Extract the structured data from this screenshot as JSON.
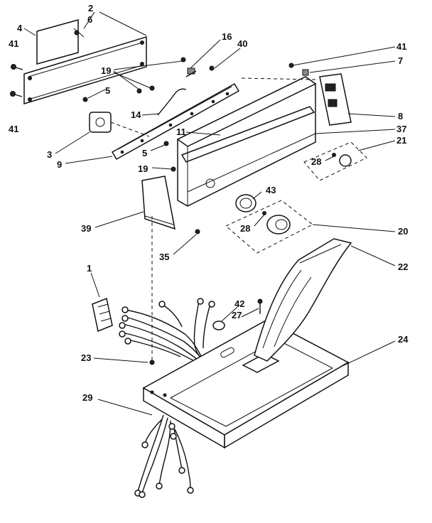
{
  "diagram": {
    "callouts": {
      "c2": "2",
      "c6": "6",
      "c4": "4",
      "c41a": "41",
      "c41b": "41",
      "c41c": "41",
      "c16": "16",
      "c40": "40",
      "c7": "7",
      "c19a": "19",
      "c5a": "5",
      "c14": "14",
      "c11": "11",
      "c8": "8",
      "c37": "37",
      "c21": "21",
      "c3": "3",
      "c9": "9",
      "c5b": "5",
      "c28a": "28",
      "c19b": "19",
      "c43": "43",
      "c39": "39",
      "c28b": "28",
      "c20": "20",
      "c35": "35",
      "c22": "22",
      "c1": "1",
      "c42": "42",
      "c27": "27",
      "c24": "24",
      "c23": "23",
      "c29": "29"
    }
  }
}
